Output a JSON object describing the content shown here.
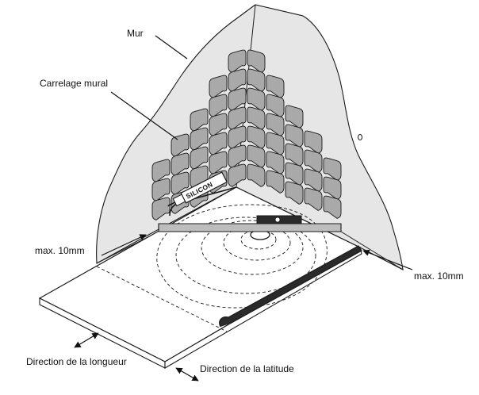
{
  "labels": {
    "wall": "Mur",
    "wall_tiles": "Carrelage mural",
    "max_left": "max. 10mm",
    "max_right": "max. 10mm",
    "length_direction": "Direction de la longueur",
    "width_direction": "Direction de la latitude"
  },
  "tube_text": "SILICON",
  "colors": {
    "wall_fill": "#e6e6e6",
    "tile_fill": "#a9a9a9",
    "outline": "#1a1a1a"
  }
}
